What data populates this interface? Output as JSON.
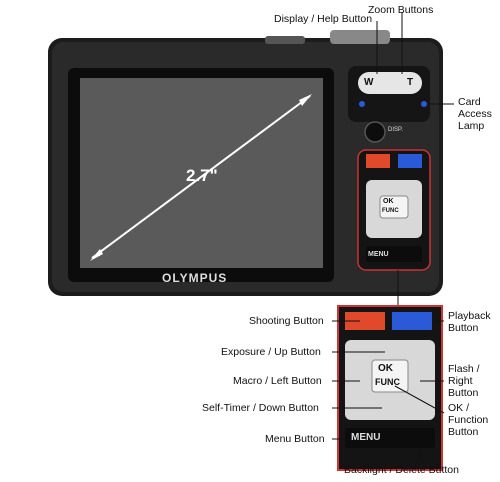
{
  "screen_size": "2.7\"",
  "brand": "OLYMPUS",
  "buttons": {
    "ok_line1": "OK",
    "ok_line2": "FUNC",
    "menu": "MENU",
    "disp": "DISP.",
    "zoom_w": "W",
    "zoom_t": "T"
  },
  "labels": {
    "zoom": "Zoom Buttons",
    "display_help": "Display / Help Button",
    "card_access_1": "Card",
    "card_access_2": "Access",
    "card_access_3": "Lamp",
    "shooting": "Shooting Button",
    "playback_1": "Playback",
    "playback_2": "Button",
    "exposure_up": "Exposure / Up Button",
    "macro_left": "Macro / Left Button",
    "flash_1": "Flash /",
    "flash_2": "Right",
    "flash_3": "Button",
    "self_timer": "Self-Timer / Down Button",
    "ok_func_1": "OK /",
    "ok_func_2": "Function",
    "ok_func_3": "Button",
    "menu_button": "Menu Button",
    "backlight": "Backlight / Delete Button"
  },
  "colors": {
    "body": "#1c1c1c",
    "outline": "#cc3333",
    "shoot_red": "#e04a2a",
    "play_blue": "#2a5ad8"
  }
}
